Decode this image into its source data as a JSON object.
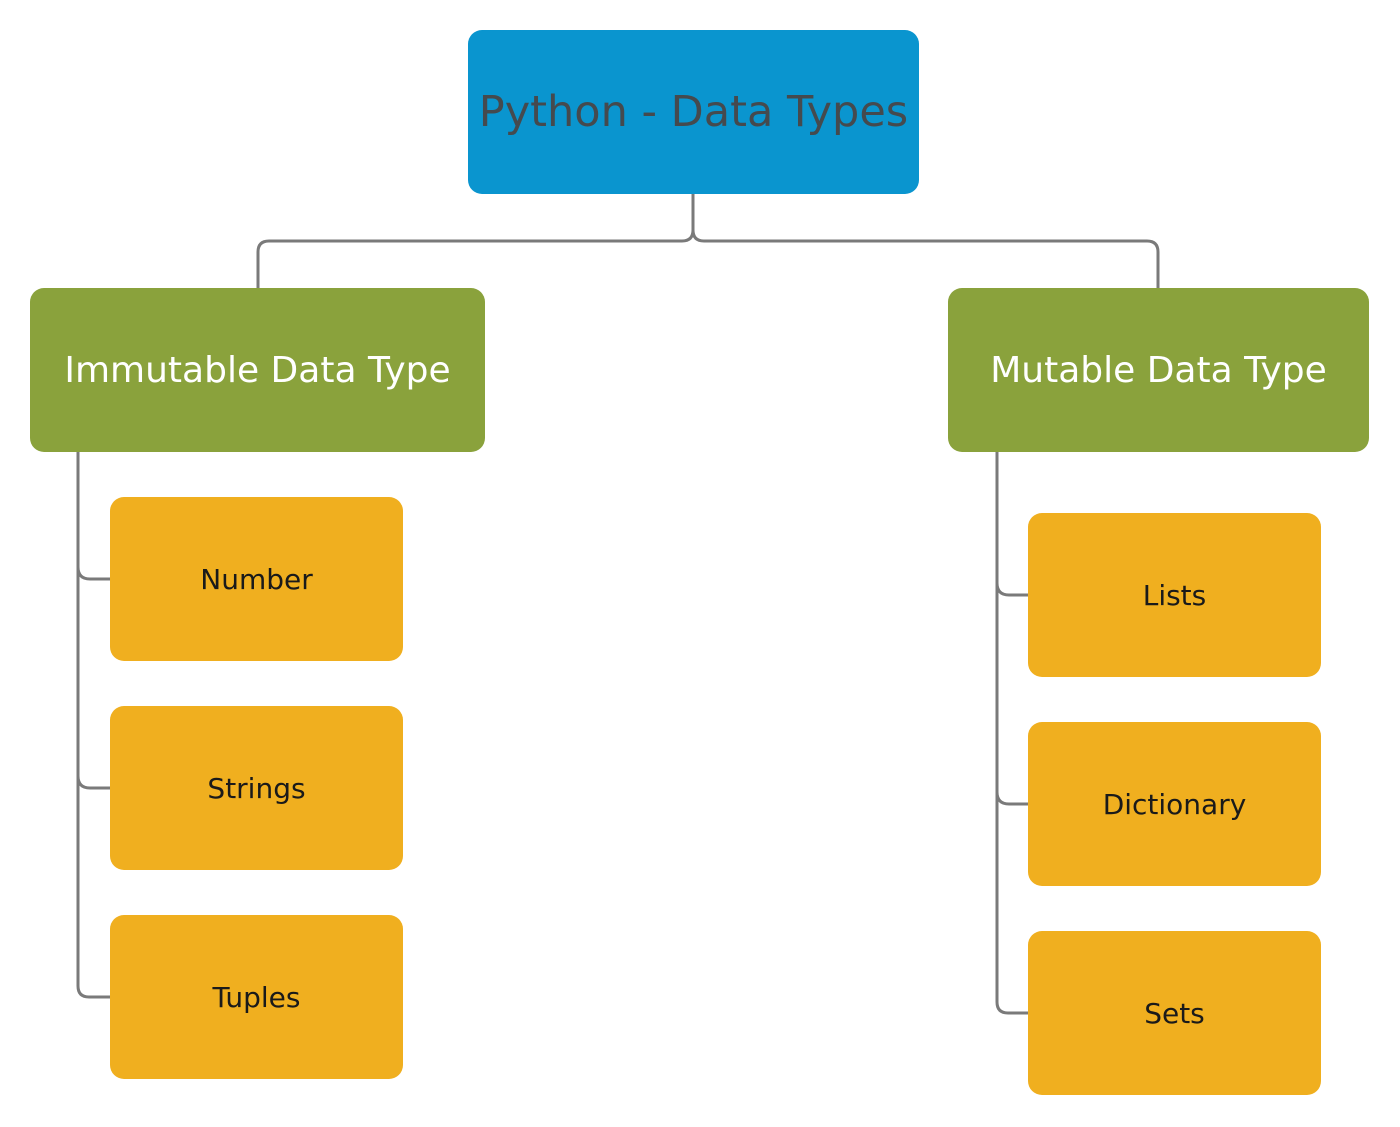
{
  "root": {
    "label": "Python - Data Types"
  },
  "categories": [
    {
      "label": "Immutable Data Type",
      "children": [
        "Number",
        "Strings",
        "Tuples"
      ]
    },
    {
      "label": "Mutable Data Type",
      "children": [
        "Lists",
        "Dictionary",
        "Sets"
      ]
    }
  ],
  "colors": {
    "root_fill": "#0a95cf",
    "root_text": "#454a4e",
    "category_fill": "#8aa23c",
    "category_text": "#ffffff",
    "leaf_fill": "#f0af1f",
    "leaf_text": "#1a1a1a",
    "connector": "#7a7a7a"
  }
}
